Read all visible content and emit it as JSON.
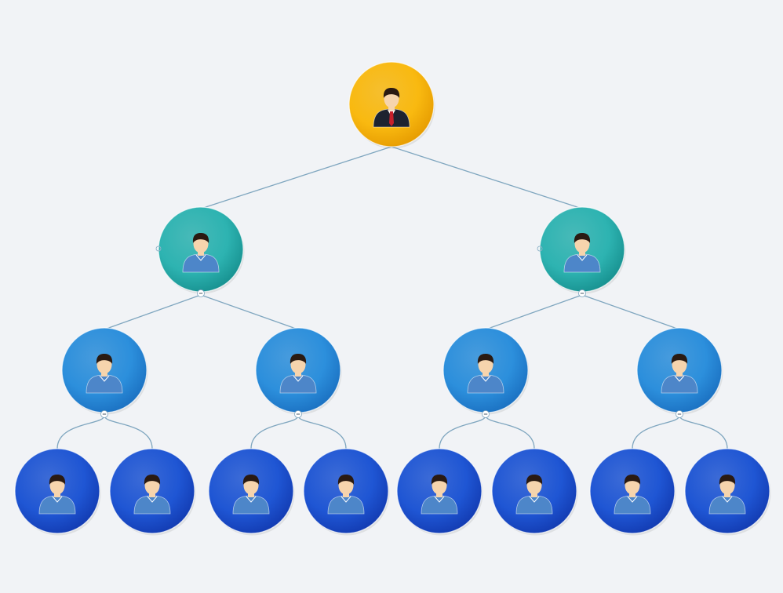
{
  "palette": {
    "background": "#f1f3f6",
    "connector": "#7fa6bf",
    "level_fill": [
      "#f9b910",
      "#2db3b1",
      "#2c8fdc",
      "#1f56d4"
    ],
    "level_fill_dark": [
      "#e59a00",
      "#168f8e",
      "#1a6fc0",
      "#123ab0"
    ],
    "skin": "#f6d4ad",
    "hair": "#2a1a12",
    "suit": "#1e2330",
    "tie": "#c8202a",
    "shirt_worker": "#4d86c9",
    "collapse_dot": "#ffffff"
  },
  "hierarchy": {
    "root": {
      "role": "manager",
      "icon": "businessman-icon",
      "children": [
        {
          "role": "worker",
          "icon": "person-icon",
          "collapsible": true,
          "children": [
            {
              "role": "worker",
              "icon": "person-icon",
              "collapsible": true,
              "children": [
                {
                  "role": "worker",
                  "icon": "person-icon"
                },
                {
                  "role": "worker",
                  "icon": "person-icon"
                }
              ]
            },
            {
              "role": "worker",
              "icon": "person-icon",
              "collapsible": true,
              "children": [
                {
                  "role": "worker",
                  "icon": "person-icon"
                },
                {
                  "role": "worker",
                  "icon": "person-icon"
                }
              ]
            }
          ]
        },
        {
          "role": "worker",
          "icon": "person-icon",
          "collapsible": true,
          "children": [
            {
              "role": "worker",
              "icon": "person-icon",
              "collapsible": true,
              "children": [
                {
                  "role": "worker",
                  "icon": "person-icon"
                },
                {
                  "role": "worker",
                  "icon": "person-icon"
                }
              ]
            },
            {
              "role": "worker",
              "icon": "person-icon",
              "collapsible": true,
              "children": [
                {
                  "role": "worker",
                  "icon": "person-icon"
                },
                {
                  "role": "worker",
                  "icon": "person-icon"
                }
              ]
            }
          ]
        }
      ]
    }
  }
}
